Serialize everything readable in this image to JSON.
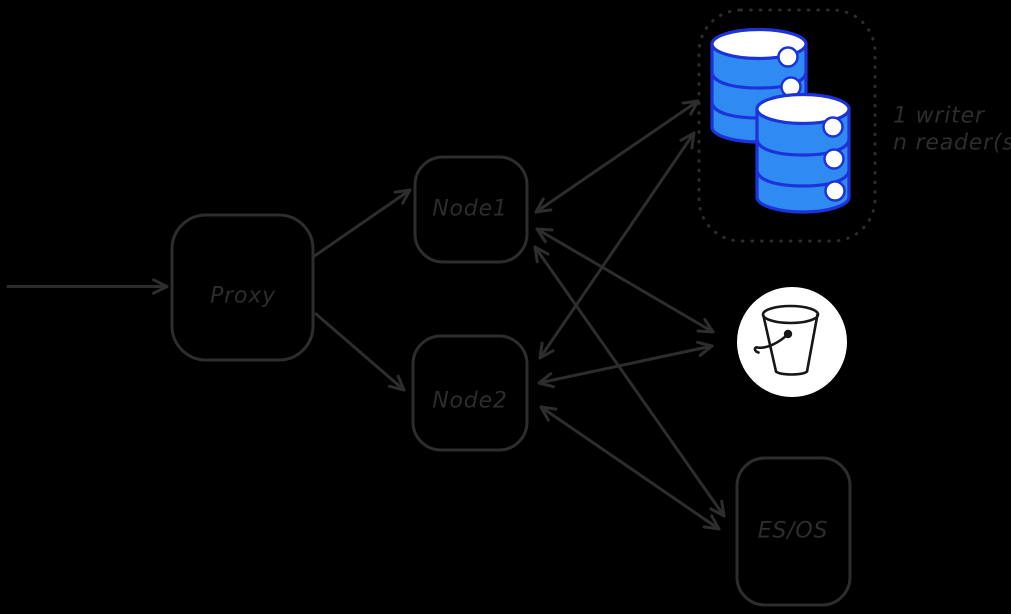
{
  "canvas": {
    "background_color": "#000000",
    "ink_color": "#2d2d2d"
  },
  "boxes": {
    "proxy": {
      "label": "Proxy"
    },
    "node1": {
      "label": "Node1"
    },
    "node2": {
      "label": "Node2"
    },
    "esos": {
      "label": "ES/OS"
    }
  },
  "db_cluster": {
    "icon": "database-icon",
    "note_line1": "1 writer",
    "note_line2": "n reader(s)",
    "cylinder_fill_color": "#2f8bf2",
    "cylinder_stroke_color": "#1b33d9",
    "cylinder_highlight_color": "#ffffff"
  },
  "object_storage": {
    "icon": "bucket-icon",
    "circle_color": "#ffffff"
  }
}
